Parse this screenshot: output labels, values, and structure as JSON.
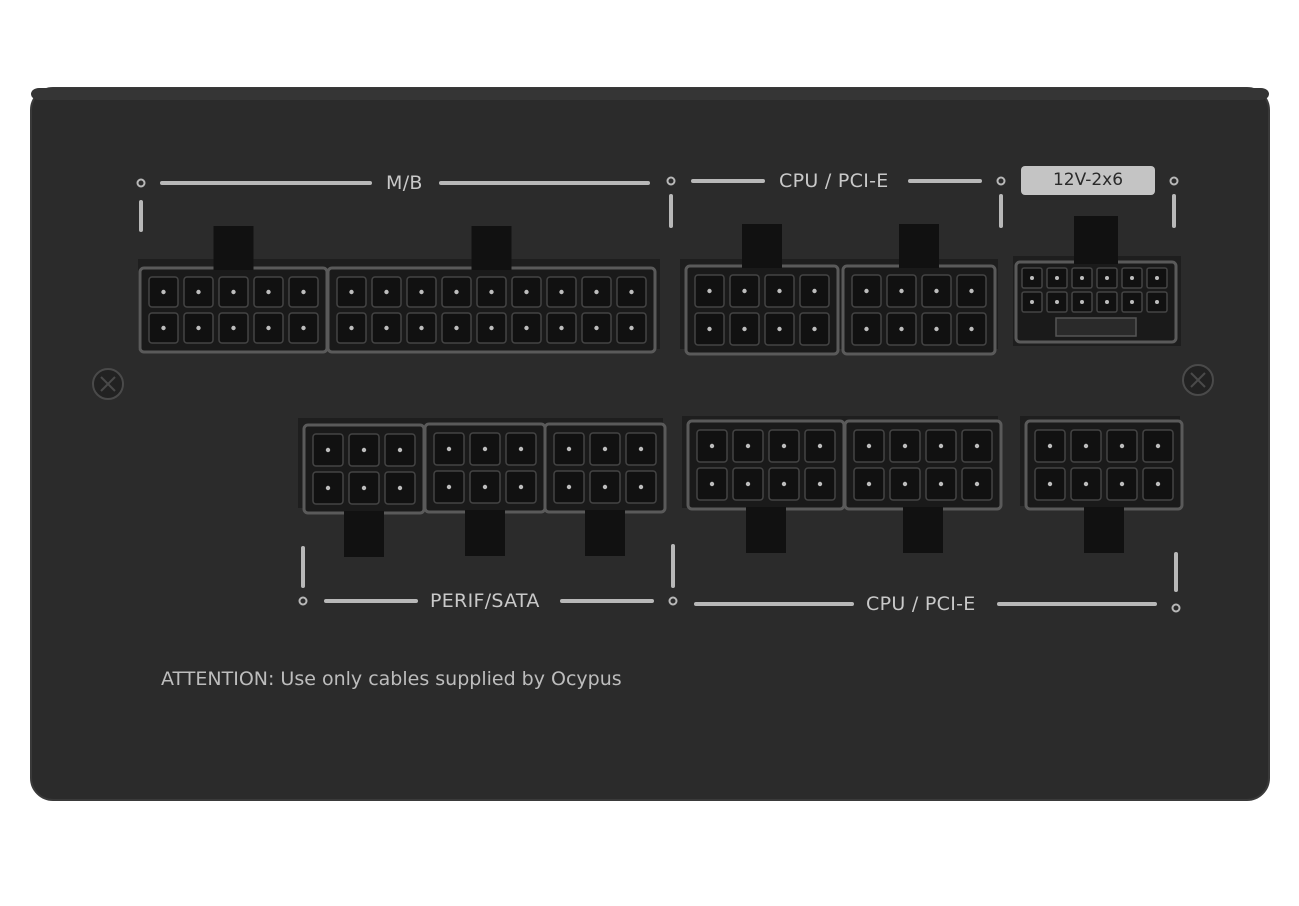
{
  "labels": {
    "mb": "M/B",
    "cpu_pcie_top": "CPU / PCI-E",
    "badge_12v": "12V-2x6",
    "perif_sata": "PERIF/SATA",
    "cpu_pcie_bottom": "CPU / PCI-E",
    "attention": "ATTENTION: Use only cables supplied by Ocypus"
  },
  "colors": {
    "panel": "#2b2b2b",
    "connector_frame": "#5a5a5a",
    "pin_hole": "#151515",
    "label_text": "#c9c9c9",
    "guide_line": "#b8b8b8"
  },
  "icons": [
    "screw-head-icon",
    "connector-socket-icon"
  ]
}
